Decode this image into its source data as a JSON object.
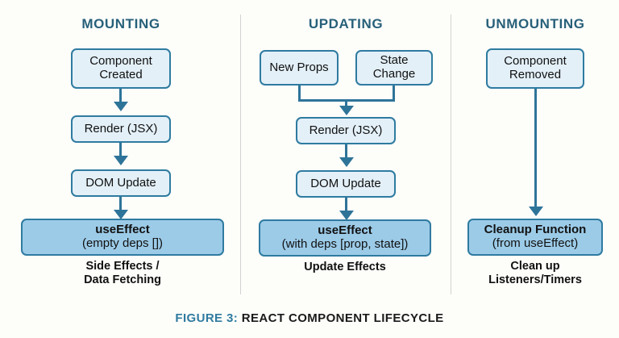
{
  "figure": {
    "label": "FIGURE 3:",
    "title": "REACT COMPONENT LIFECYCLE"
  },
  "colors": {
    "background": "#fdfdfa",
    "heading": "#27607a",
    "box_border": "#2f7ba0",
    "box_fill": "#e3f0f8",
    "box_fill_accent": "#9ccbe8",
    "arrow": "#2e7499",
    "divider": "#d2d4d2",
    "caption_accent": "#2f7ba0"
  },
  "columns": [
    {
      "id": "mounting",
      "title": "MOUNTING",
      "nodes": [
        {
          "id": "component-created",
          "line1": "Component",
          "line2": "Created",
          "accent": false
        },
        {
          "id": "render-jsx",
          "line1": "Render (JSX)",
          "line2": "",
          "accent": false
        },
        {
          "id": "dom-update",
          "line1": "DOM Update",
          "line2": "",
          "accent": false
        },
        {
          "id": "use-effect-empty",
          "line1": "useEffect",
          "line2": "(empty deps [])",
          "accent": true
        }
      ],
      "caption": {
        "line1": "Side Effects /",
        "line2": "Data Fetching"
      }
    },
    {
      "id": "updating",
      "title": "UPDATING",
      "nodes": [
        {
          "id": "new-props",
          "line1": "New Props",
          "line2": "",
          "accent": false
        },
        {
          "id": "state-change",
          "line1": "State",
          "line2": "Change",
          "accent": false
        },
        {
          "id": "render-jsx",
          "line1": "Render (JSX)",
          "line2": "",
          "accent": false
        },
        {
          "id": "dom-update",
          "line1": "DOM Update",
          "line2": "",
          "accent": false
        },
        {
          "id": "use-effect-deps",
          "line1": "useEffect",
          "line2": "(with deps [prop, state])",
          "accent": true
        }
      ],
      "caption": {
        "line1": "Update Effects",
        "line2": ""
      }
    },
    {
      "id": "unmounting",
      "title": "UNMOUNTING",
      "nodes": [
        {
          "id": "component-removed",
          "line1": "Component",
          "line2": "Removed",
          "accent": false
        },
        {
          "id": "cleanup-function",
          "line1": "Cleanup Function",
          "line2": "(from useEffect)",
          "accent": true
        }
      ],
      "caption": {
        "line1": "Clean up",
        "line2": "Listeners/Timers"
      }
    }
  ]
}
